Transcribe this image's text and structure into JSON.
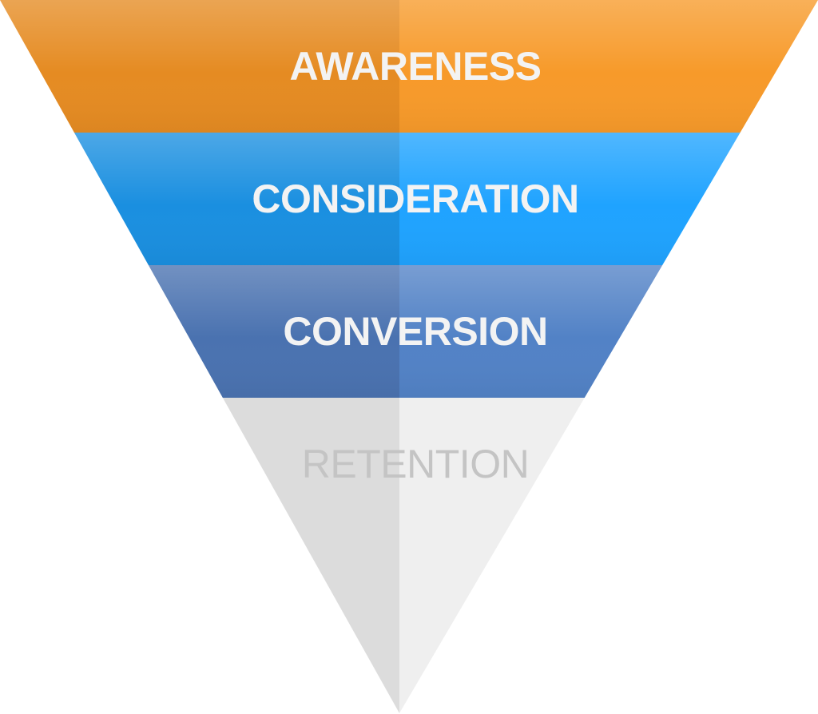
{
  "funnel": {
    "stages": [
      {
        "label": "AWARENESS",
        "color_left": "#E58B22",
        "color_right": "#F79A2A",
        "text_color": "#F3F3F3",
        "muted": false
      },
      {
        "label": "CONSIDERATION",
        "color_left": "#1A8FE0",
        "color_right": "#1FA3FF",
        "text_color": "#F3F3F3",
        "muted": false
      },
      {
        "label": "CONVERSION",
        "color_left": "#4A72B0",
        "color_right": "#5282C6",
        "text_color": "#F3F3F3",
        "muted": false
      },
      {
        "label": "RETENTION",
        "color_left": "#DCDCDC",
        "color_right": "#EFEFEF",
        "text_color": "#C4C4C4",
        "muted": true
      }
    ]
  }
}
